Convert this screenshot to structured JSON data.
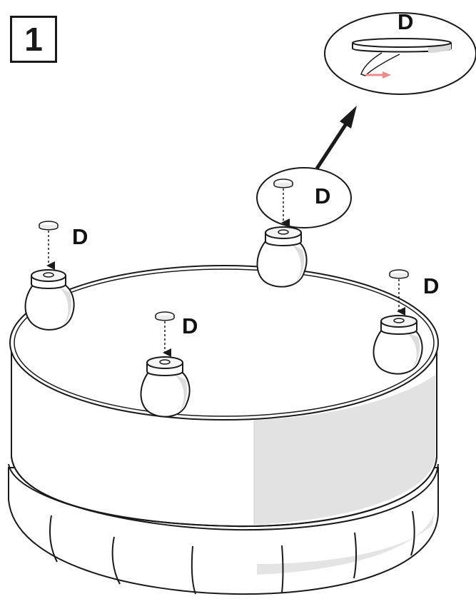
{
  "step": {
    "number": "1"
  },
  "parts": {
    "glide_label": "D",
    "callout_label": "D",
    "detail_label": "D"
  },
  "colors": {
    "outline": "#1a1a1a",
    "shade": "#e2e2e2",
    "arrow_accent": "#f08a8a"
  }
}
